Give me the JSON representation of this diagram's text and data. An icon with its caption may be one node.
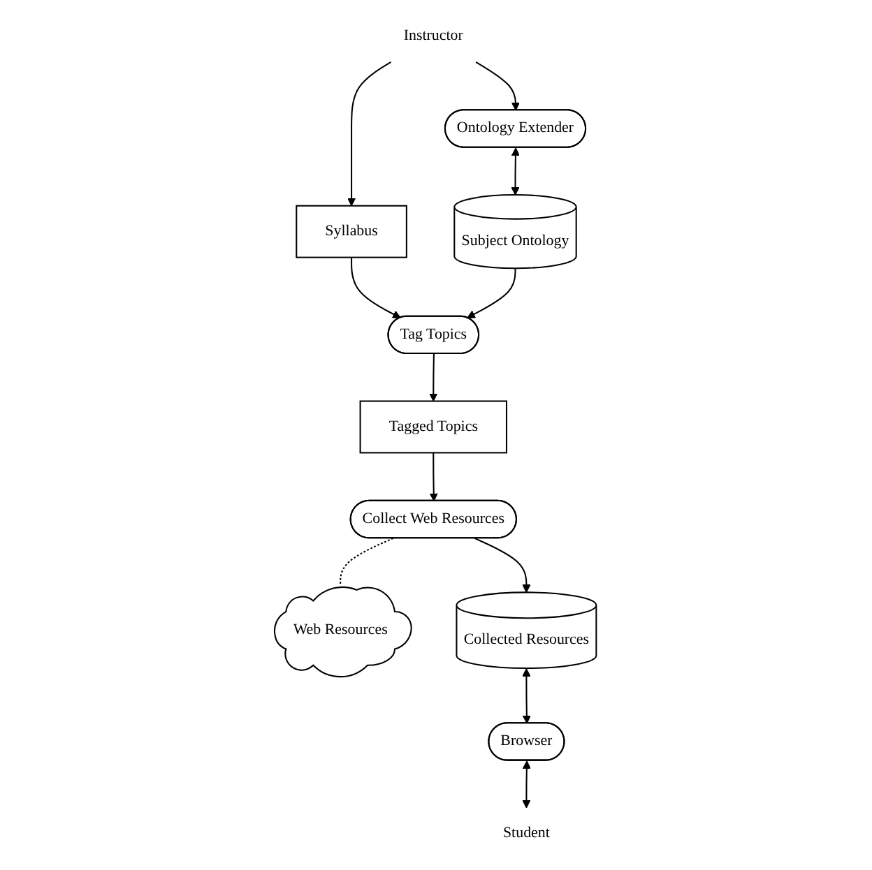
{
  "diagram": {
    "nodes": [
      {
        "text": [
          "Instructor"
        ]
      },
      {
        "text": [
          "Syllabus"
        ]
      },
      {
        "text": [
          "Ontology Extender"
        ]
      },
      {
        "text": [
          "Tag Topics"
        ]
      },
      {
        "text": [
          "Subject Ontology"
        ]
      },
      {
        "text": [
          "Tagged Topics"
        ]
      },
      {
        "text": [
          "Web Resources"
        ]
      },
      {
        "text": [
          "Collect Web Resources"
        ]
      },
      {
        "text": [
          "Collected Resources"
        ]
      },
      {
        "text": [
          "Browser"
        ]
      },
      {
        "text": [
          "Student"
        ]
      }
    ],
    "edges": [
      {
        "from": 0,
        "to": 1,
        "arrow": "to"
      },
      {
        "from": 0,
        "to": 2,
        "arrow": "to"
      },
      {
        "from": 1,
        "to": 3,
        "arrow": "to"
      },
      {
        "from": 2,
        "to": 4,
        "arrow": "both"
      },
      {
        "from": 4,
        "to": 3,
        "arrow": "to"
      },
      {
        "from": 3,
        "to": 5,
        "arrow": "to"
      },
      {
        "from": 5,
        "to": 7,
        "arrow": "to"
      },
      {
        "from": 7,
        "to": 6,
        "arrow": "none",
        "style": "dashed"
      },
      {
        "from": 7,
        "to": 8,
        "arrow": "to"
      },
      {
        "from": 8,
        "to": 9,
        "arrow": "both"
      },
      {
        "from": 9,
        "to": 10,
        "arrow": "both"
      }
    ]
  }
}
